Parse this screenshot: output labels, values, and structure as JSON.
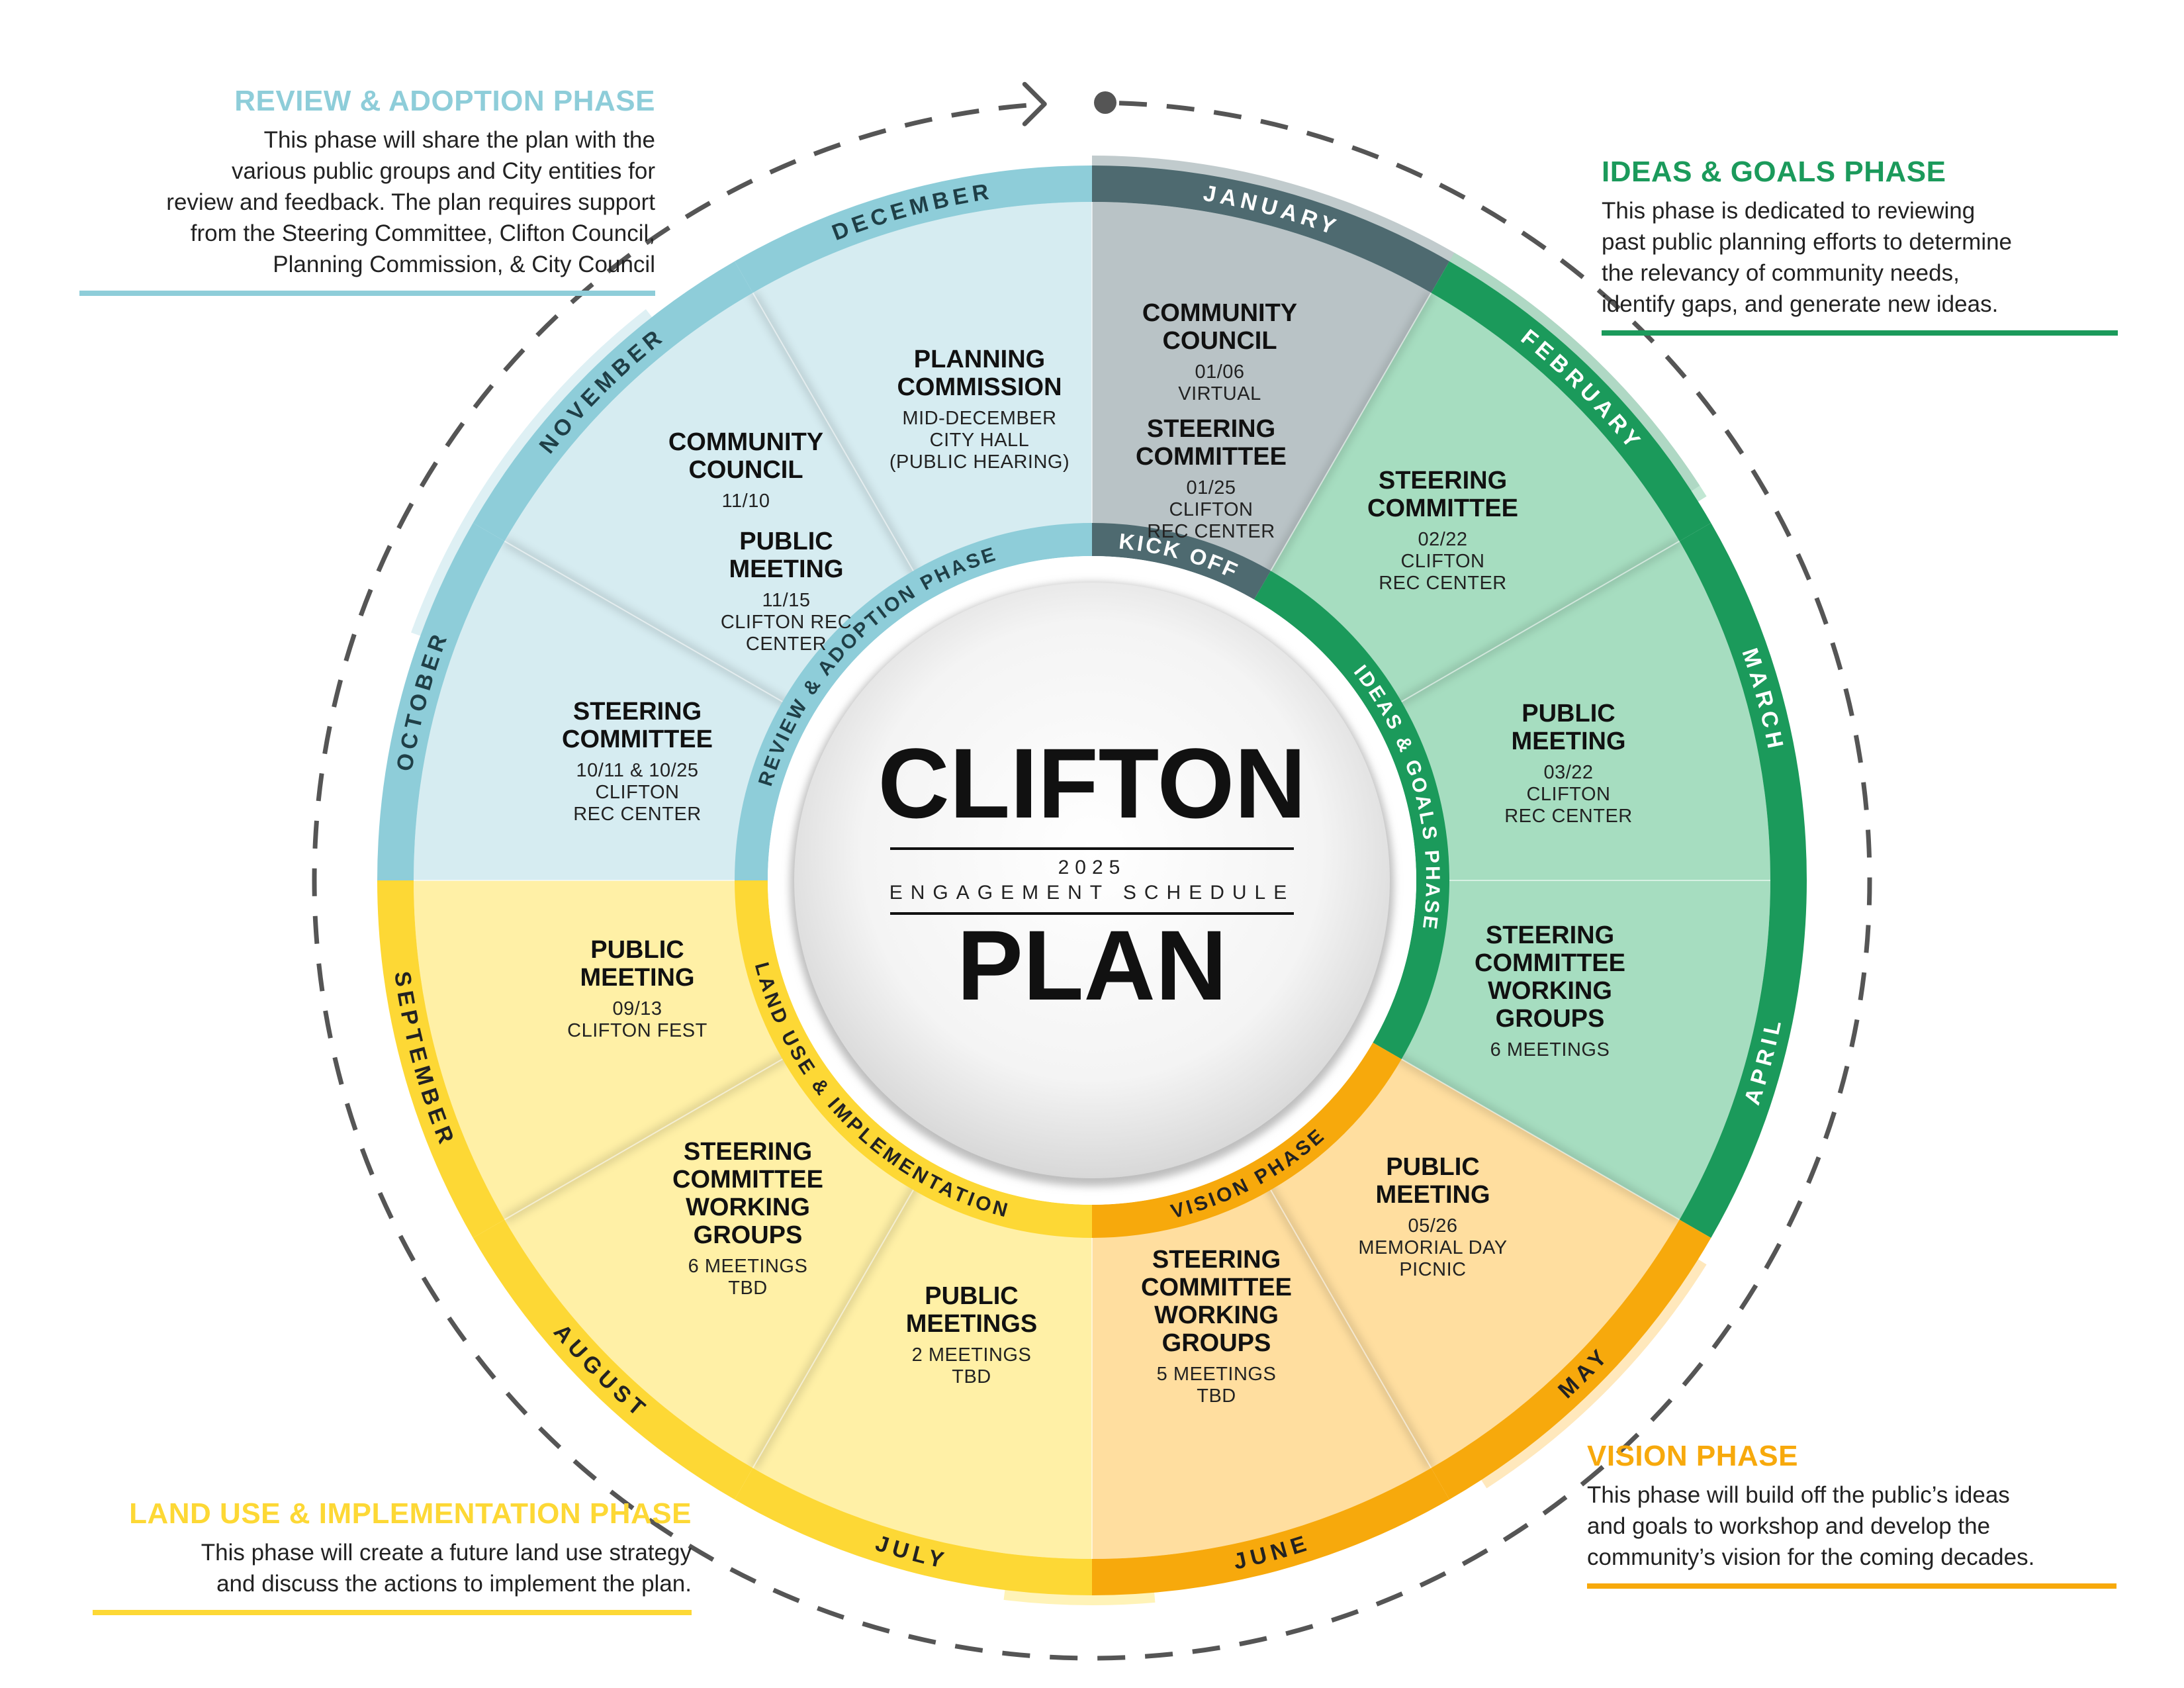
{
  "title": {
    "line1": "CLIFTON",
    "year": "2025",
    "subtitle": "ENGAGEMENT SCHEDULE",
    "line2": "PLAN"
  },
  "colors": {
    "review": "#8ECDD9",
    "review_light": "#D6ECF1",
    "kickoff": "#4E6A70",
    "kickoff_light": "#B9C3C6",
    "ideas": "#1B9A5B",
    "ideas_light": "#A6DDC0",
    "vision": "#F7A90C",
    "vision_light": "#FFDE9F",
    "landuse": "#FDD835",
    "landuse_light": "#FFF0A6"
  },
  "phase_descriptions": [
    {
      "id": "review",
      "heading": "REVIEW & ADOPTION PHASE",
      "lines": [
        "This phase will share the plan with the",
        "various public groups and City entities for",
        "review and feedback. The plan requires support",
        "from the Steering Committee, Clifton Council,",
        "Planning Commission, & City Council"
      ],
      "color": "#8ECDD9"
    },
    {
      "id": "ideas",
      "heading": "IDEAS & GOALS PHASE",
      "lines": [
        "This phase is dedicated to reviewing",
        "past public planning efforts to determine",
        "the relevancy of community needs,",
        "identify gaps, and generate new ideas."
      ],
      "color": "#1B9A5B"
    },
    {
      "id": "vision",
      "heading": "VISION PHASE",
      "lines": [
        "This phase will build off the public’s ideas",
        "and goals to workshop and develop the",
        "community’s vision for the coming decades."
      ],
      "color": "#F7A90C"
    },
    {
      "id": "landuse",
      "heading": "LAND USE & IMPLEMENTATION PHASE",
      "lines": [
        "This phase will create a future land use strategy",
        "and discuss the actions to implement the plan."
      ],
      "color": "#FDD835"
    }
  ],
  "months": [
    "JANUARY",
    "FEBRUARY",
    "MARCH",
    "APRIL",
    "MAY",
    "JUNE",
    "JULY",
    "AUGUST",
    "SEPTEMBER",
    "OCTOBER",
    "NOVEMBER",
    "DECEMBER"
  ],
  "inner_phases": [
    {
      "label": "KICK OFF",
      "color": "#4E6A70"
    },
    {
      "label": "IDEAS & GOALS PHASE",
      "color": "#1B9A5B"
    },
    {
      "label": "VISION PHASE",
      "color": "#F7A90C"
    },
    {
      "label": "LAND USE & IMPLEMENTATION",
      "color": "#FDD835"
    },
    {
      "label": "REVIEW & ADOPTION PHASE",
      "color": "#8ECDD9"
    }
  ],
  "segments": [
    {
      "month": "JANUARY",
      "blocks": [
        {
          "title": [
            "COMMUNITY",
            "COUNCIL"
          ],
          "details": [
            "01/06",
            "VIRTUAL"
          ]
        },
        {
          "title": [
            "STEERING",
            "COMMITTEE"
          ],
          "details": [
            "01/25",
            "CLIFTON",
            "REC CENTER"
          ]
        }
      ]
    },
    {
      "month": "FEBRUARY",
      "blocks": [
        {
          "title": [
            "STEERING",
            "COMMITTEE"
          ],
          "details": [
            "02/22",
            "CLIFTON",
            "REC CENTER"
          ]
        }
      ]
    },
    {
      "month": "MARCH",
      "blocks": [
        {
          "title": [
            "PUBLIC",
            "MEETING"
          ],
          "details": [
            "03/22",
            "CLIFTON",
            "REC CENTER"
          ]
        }
      ]
    },
    {
      "month": "APRIL",
      "blocks": [
        {
          "title": [
            "STEERING",
            "COMMITTEE",
            "WORKING",
            "GROUPS"
          ],
          "details": [
            "6 MEETINGS"
          ]
        }
      ]
    },
    {
      "month": "MAY",
      "blocks": [
        {
          "title": [
            "PUBLIC",
            "MEETING"
          ],
          "details": [
            "05/26",
            "MEMORIAL DAY",
            "PICNIC"
          ]
        }
      ]
    },
    {
      "month": "JUNE",
      "blocks": [
        {
          "title": [
            "STEERING",
            "COMMITTEE",
            "WORKING",
            "GROUPS"
          ],
          "details": [
            "5 MEETINGS",
            "TBD"
          ]
        }
      ]
    },
    {
      "month": "JULY",
      "blocks": [
        {
          "title": [
            "PUBLIC",
            "MEETINGS"
          ],
          "details": [
            "2 MEETINGS",
            "TBD"
          ]
        }
      ]
    },
    {
      "month": "AUGUST",
      "blocks": [
        {
          "title": [
            "STEERING",
            "COMMITTEE",
            "WORKING",
            "GROUPS"
          ],
          "details": [
            "6 MEETINGS",
            "TBD"
          ]
        }
      ]
    },
    {
      "month": "SEPTEMBER",
      "blocks": [
        {
          "title": [
            "PUBLIC",
            "MEETING"
          ],
          "details": [
            "09/13",
            "CLIFTON FEST"
          ]
        }
      ]
    },
    {
      "month": "OCTOBER",
      "blocks": [
        {
          "title": [
            "STEERING",
            "COMMITTEE"
          ],
          "details": [
            "10/11 & 10/25",
            "CLIFTON",
            "REC CENTER"
          ]
        }
      ]
    },
    {
      "month": "NOVEMBER",
      "blocks": [
        {
          "title": [
            "COMMUNITY",
            "COUNCIL"
          ],
          "details": [
            "11/10"
          ]
        },
        {
          "title": [
            "PUBLIC",
            "MEETING"
          ],
          "details": [
            "11/15",
            "CLIFTON REC",
            "CENTER"
          ]
        }
      ]
    },
    {
      "month": "DECEMBER",
      "blocks": [
        {
          "title": [
            "PLANNING",
            "COMMISSION"
          ],
          "details": [
            "MID-DECEMBER",
            "CITY HALL",
            "(PUBLIC HEARING)"
          ]
        }
      ]
    }
  ]
}
